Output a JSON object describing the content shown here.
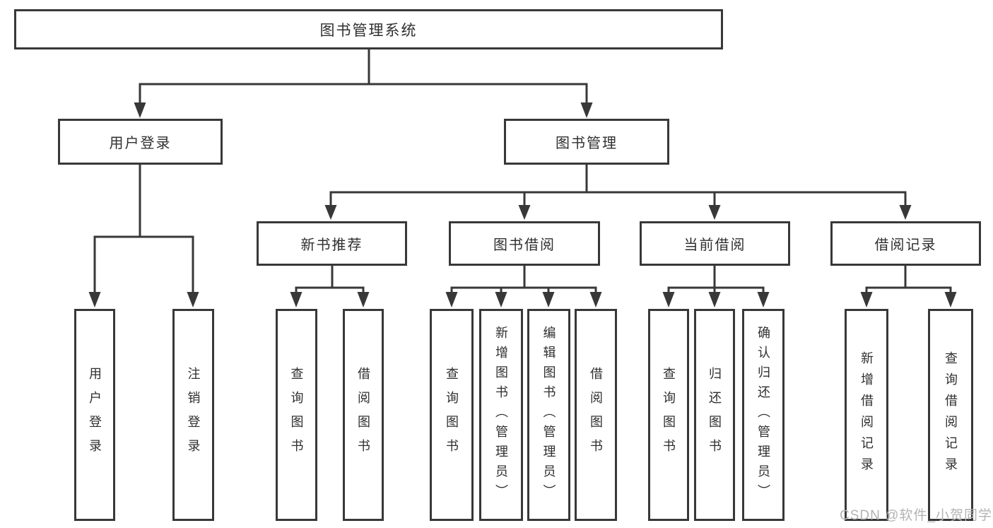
{
  "tree": {
    "root": {
      "label": "图书管理系统",
      "children": [
        {
          "label": "用户登录",
          "children": [
            {
              "label": "用户登录"
            },
            {
              "label": "注销登录"
            }
          ]
        },
        {
          "label": "图书管理",
          "children": [
            {
              "label": "新书推荐",
              "children": [
                {
                  "label": "查询图书"
                },
                {
                  "label": "借阅图书"
                }
              ]
            },
            {
              "label": "图书借阅",
              "children": [
                {
                  "label": "查询图书"
                },
                {
                  "label": "新增图书（管理员）"
                },
                {
                  "label": "编辑图书（管理员）"
                },
                {
                  "label": "借阅图书"
                }
              ]
            },
            {
              "label": "当前借阅",
              "children": [
                {
                  "label": "查询图书"
                },
                {
                  "label": "归还图书"
                },
                {
                  "label": "确认归还（管理员）"
                }
              ]
            },
            {
              "label": "借阅记录",
              "children": [
                {
                  "label": "新增借阅记录"
                },
                {
                  "label": "查询借阅记录"
                }
              ]
            }
          ]
        }
      ]
    }
  },
  "watermark": {
    "text": "CSDN @软件_小贺同学"
  },
  "colors": {
    "line": "#383838",
    "text": "#2f2f2f",
    "watermark": "#b3b3b3",
    "background": "#ffffff"
  }
}
